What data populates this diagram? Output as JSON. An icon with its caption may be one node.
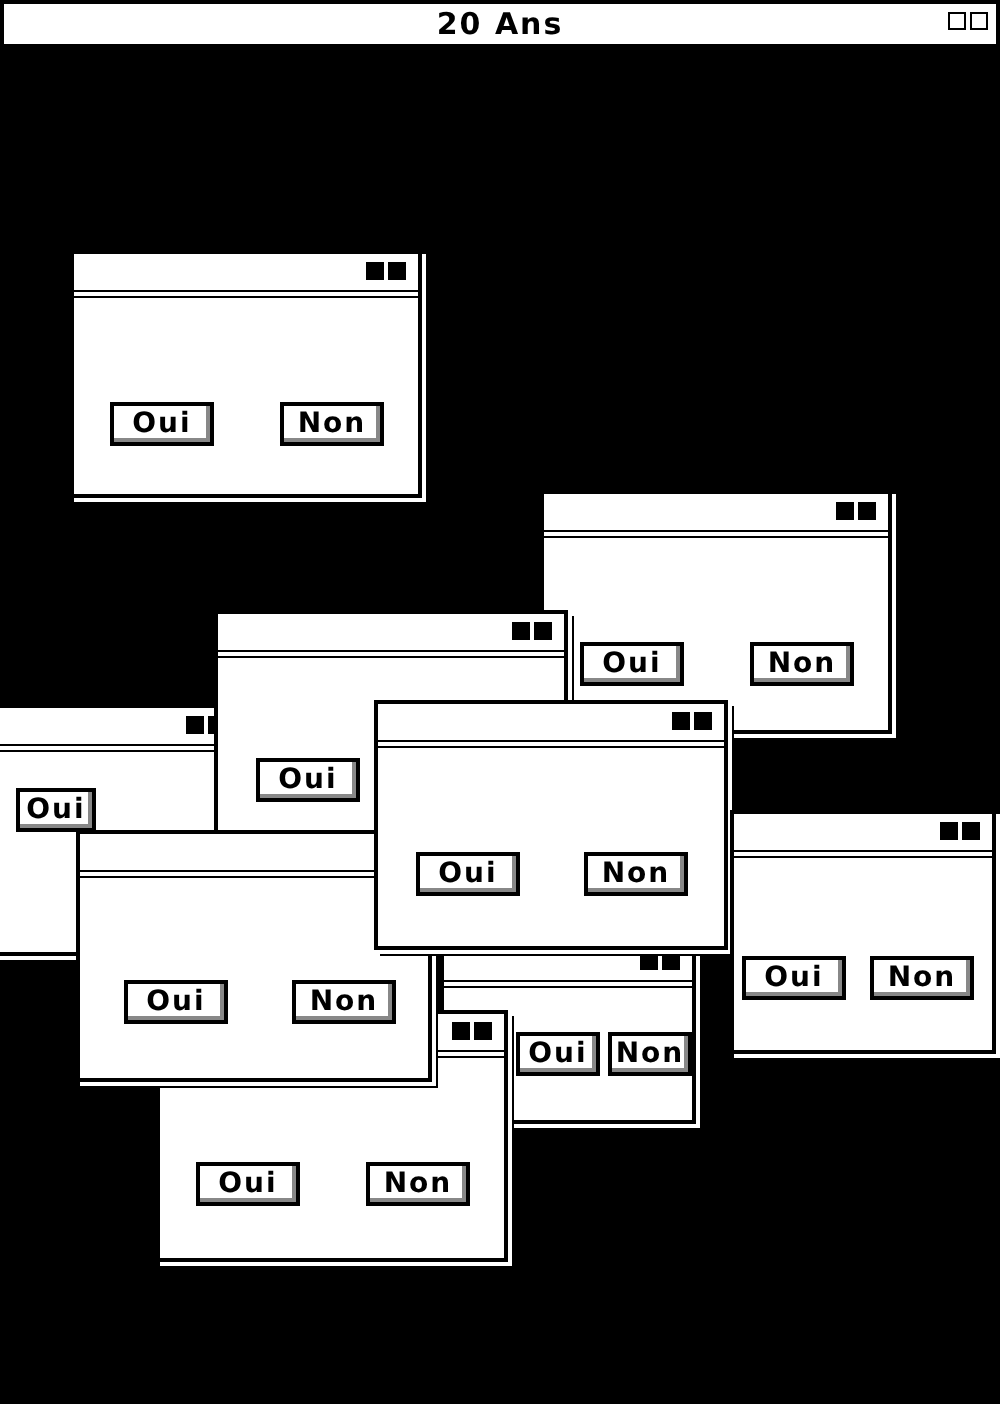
{
  "diagram": {
    "title": "20 Ans",
    "nodes": [
      {
        "text": [],
        "shape": "box"
      },
      {
        "text": [
          "Oui"
        ],
        "in": 0
      },
      {
        "text": [
          "Non"
        ],
        "in": 0
      },
      {
        "text": [],
        "shape": "box"
      },
      {
        "text": [
          "Oui"
        ],
        "in": 3
      },
      {
        "text": [
          "Non"
        ],
        "in": 3
      },
      {
        "text": [],
        "shape": "box"
      },
      {
        "text": [
          "Oui"
        ],
        "in": 6
      },
      {
        "text": [],
        "shape": "box"
      },
      {
        "text": [
          "Oui"
        ],
        "in": 8
      },
      {
        "text": [
          "Non"
        ],
        "in": 8
      },
      {
        "text": [],
        "shape": "box"
      },
      {
        "text": [
          "Oui"
        ],
        "in": 11
      },
      {
        "text": [],
        "shape": "box"
      },
      {
        "text": [
          "Oui"
        ],
        "in": 13
      },
      {
        "text": [
          "Non"
        ],
        "in": 13
      },
      {
        "text": [],
        "shape": "box"
      },
      {
        "text": [
          "Oui"
        ],
        "in": 16
      },
      {
        "text": [
          "Non"
        ],
        "in": 16
      },
      {
        "text": [],
        "shape": "box"
      },
      {
        "text": [
          "Oui"
        ],
        "in": 19
      },
      {
        "text": [
          "Non"
        ],
        "in": 19
      },
      {
        "text": [],
        "shape": "box"
      },
      {
        "text": [
          "Oui"
        ],
        "in": 22
      },
      {
        "text": [
          "Non"
        ],
        "in": 22
      }
    ]
  }
}
